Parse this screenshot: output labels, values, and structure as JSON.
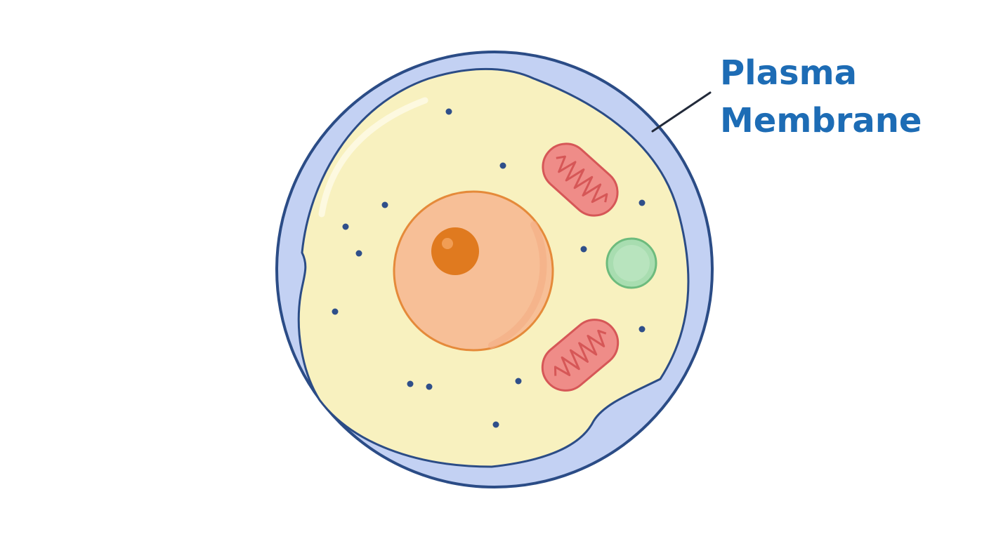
{
  "diagram": {
    "label": {
      "line1": "Plasma",
      "line2": "Membrane"
    },
    "colors": {
      "background": "#ffffff",
      "membrane_fill": "#c3d1f3",
      "membrane_outline": "#2b4c86",
      "cytoplasm": "#f8f1bf",
      "nucleus_fill": "#f7bf97",
      "nucleus_outline": "#e58a3a",
      "nucleolus": "#e07a1f",
      "mitochondrion_fill": "#ef8c88",
      "mitochondrion_outline": "#d65757",
      "vesicle_fill": "#a8ddb0",
      "vesicle_outline": "#6dbb7d",
      "ribosome": "#2f4f8a",
      "label_text": "#1d6cb5",
      "leader_line": "#222a3a"
    },
    "icons": [
      "cell-membrane",
      "nucleus",
      "nucleolus",
      "mitochondrion",
      "vesicle",
      "ribosome"
    ]
  }
}
